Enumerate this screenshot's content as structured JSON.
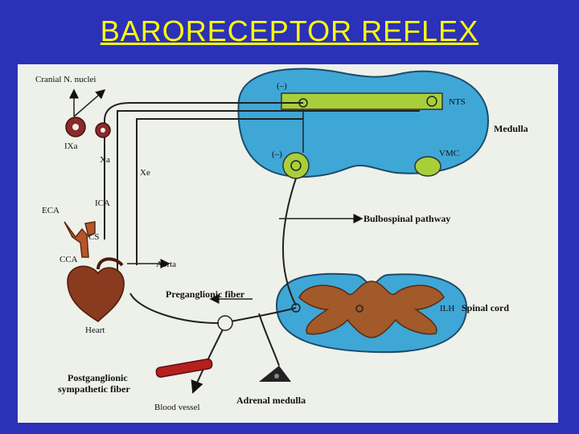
{
  "slide": {
    "title": "BARORECEPTOR REFLEX"
  },
  "labels": {
    "cranial": "Cranial N. nuclei",
    "ixa": "IXa",
    "xa": "Xa",
    "xe": "Xe",
    "eca": "ECA",
    "ica": "ICA",
    "cs": "CS",
    "cca": "CCA",
    "heart": "Heart",
    "aorta": "Aorta",
    "neg1": "(–)",
    "neg2": "(–)",
    "nts": "NTS",
    "medulla": "Medulla",
    "vmc": "VMC",
    "bulbospinal": "Bulbospinal pathway",
    "preganglionic": "Preganglionic fiber",
    "ilh": "ILH",
    "spinal": "Spinal cord",
    "postganglionic_1": "Postganglionic",
    "postganglionic_2": "sympathetic fiber",
    "blood_vessel": "Blood vessel",
    "adrenal": "Adrenal medulla"
  },
  "colors": {
    "background": "#2b31b8",
    "title": "#ffff00",
    "medulla_fill": "#3fa7d6",
    "nucleus_green": "#a8cf3a",
    "spinal_gray": "#a25a2a",
    "heart": "#8a3a1e"
  }
}
